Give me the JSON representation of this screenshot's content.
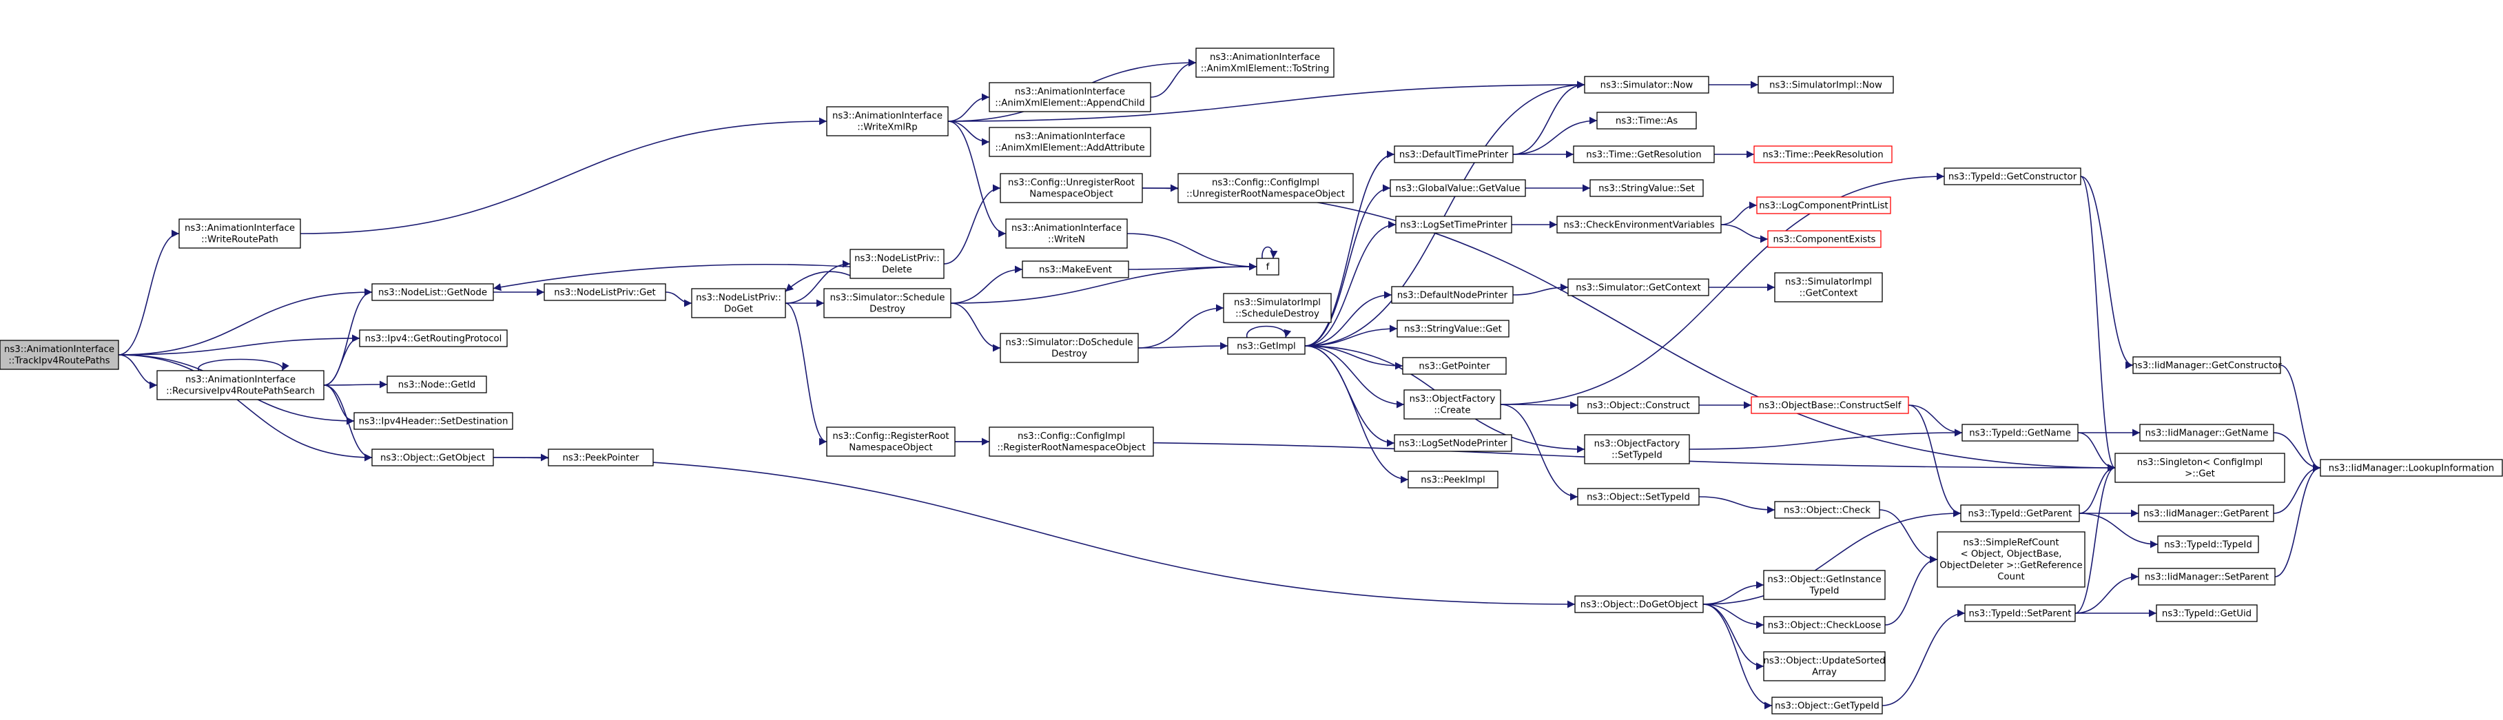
{
  "title": "",
  "colors": {
    "edge": "#191970",
    "root_fill": "#bfbfbf",
    "node_border": "#000000",
    "truncated_border": "#ff0000",
    "node_fill": "#ffffff"
  },
  "nodes": [
    {
      "id": "root",
      "lines": [
        "ns3::AnimationInterface",
        "::TrackIpv4RoutePaths"
      ],
      "kind": "root"
    },
    {
      "id": "writeroutepath",
      "lines": [
        "ns3::AnimationInterface",
        "::WriteRoutePath"
      ]
    },
    {
      "id": "nodelistgetnode",
      "lines": [
        "ns3::NodeList::GetNode"
      ]
    },
    {
      "id": "getroutingprotocol",
      "lines": [
        "ns3::Ipv4::GetRoutingProtocol"
      ]
    },
    {
      "id": "recursive",
      "lines": [
        "ns3::AnimationInterface",
        "::RecursiveIpv4RoutePathSearch"
      ]
    },
    {
      "id": "nodegetid",
      "lines": [
        "ns3::Node::GetId"
      ]
    },
    {
      "id": "setdestination",
      "lines": [
        "ns3::Ipv4Header::SetDestination"
      ]
    },
    {
      "id": "getobject",
      "lines": [
        "ns3::Object::GetObject"
      ]
    },
    {
      "id": "peekpointer",
      "lines": [
        "ns3::PeekPointer"
      ]
    },
    {
      "id": "nodelistprivget",
      "lines": [
        "ns3::NodeListPriv::Get"
      ]
    },
    {
      "id": "nodelistprivdelete",
      "lines": [
        "ns3::NodeListPriv::",
        "Delete"
      ]
    },
    {
      "id": "nodelistprivdoget",
      "lines": [
        "ns3::NodeListPriv::",
        "DoGet"
      ]
    },
    {
      "id": "writexmlrp",
      "lines": [
        "ns3::AnimationInterface",
        "::WriteXmlRp"
      ]
    },
    {
      "id": "appendchild",
      "lines": [
        "ns3::AnimationInterface",
        "::AnimXmlElement::AppendChild"
      ]
    },
    {
      "id": "addattribute",
      "lines": [
        "ns3::AnimationInterface",
        "::AnimXmlElement::AddAttribute"
      ]
    },
    {
      "id": "tostring",
      "lines": [
        "ns3::AnimationInterface",
        "::AnimXmlElement::ToString"
      ]
    },
    {
      "id": "unregisterroot",
      "lines": [
        "ns3::Config::UnregisterRoot",
        "NamespaceObject"
      ]
    },
    {
      "id": "configimplunregister",
      "lines": [
        "ns3::Config::ConfigImpl",
        "::UnregisterRootNamespaceObject"
      ]
    },
    {
      "id": "writen",
      "lines": [
        "ns3::AnimationInterface",
        "::WriteN"
      ]
    },
    {
      "id": "makeevent",
      "lines": [
        "ns3::MakeEvent"
      ]
    },
    {
      "id": "f",
      "lines": [
        "f"
      ]
    },
    {
      "id": "scheduledestroy",
      "lines": [
        "ns3::Simulator::Schedule",
        "Destroy"
      ]
    },
    {
      "id": "doscheduledestroy",
      "lines": [
        "ns3::Simulator::DoSchedule",
        "Destroy"
      ]
    },
    {
      "id": "simimplscheduledestroy",
      "lines": [
        "ns3::SimulatorImpl",
        "::ScheduleDestroy"
      ]
    },
    {
      "id": "registerroot",
      "lines": [
        "ns3::Config::RegisterRoot",
        "NamespaceObject"
      ]
    },
    {
      "id": "configimplregister",
      "lines": [
        "ns3::Config::ConfigImpl",
        "::RegisterRootNamespaceObject"
      ]
    },
    {
      "id": "getimpl",
      "lines": [
        "ns3::GetImpl"
      ]
    },
    {
      "id": "simnow",
      "lines": [
        "ns3::Simulator::Now"
      ]
    },
    {
      "id": "simimplnow",
      "lines": [
        "ns3::SimulatorImpl::Now"
      ]
    },
    {
      "id": "defaulttimeprinter",
      "lines": [
        "ns3::DefaultTimePrinter"
      ]
    },
    {
      "id": "timeas",
      "lines": [
        "ns3::Time::As"
      ]
    },
    {
      "id": "timegetresolution",
      "lines": [
        "ns3::Time::GetResolution"
      ]
    },
    {
      "id": "timepeekresolution",
      "lines": [
        "ns3::Time::PeekResolution"
      ],
      "kind": "red"
    },
    {
      "id": "globalvaluegetvalue",
      "lines": [
        "ns3::GlobalValue::GetValue"
      ]
    },
    {
      "id": "stringvalueset",
      "lines": [
        "ns3::StringValue::Set"
      ]
    },
    {
      "id": "logsettimeprinter",
      "lines": [
        "ns3::LogSetTimePrinter"
      ]
    },
    {
      "id": "checkenv",
      "lines": [
        "ns3::CheckEnvironmentVariables"
      ]
    },
    {
      "id": "logcomponentprintlist",
      "lines": [
        "ns3::LogComponentPrintList"
      ],
      "kind": "red"
    },
    {
      "id": "componentexists",
      "lines": [
        "ns3::ComponentExists"
      ],
      "kind": "red"
    },
    {
      "id": "defaultnodeprinter",
      "lines": [
        "ns3::DefaultNodePrinter"
      ]
    },
    {
      "id": "simgetcontext",
      "lines": [
        "ns3::Simulator::GetContext"
      ]
    },
    {
      "id": "simimplgetcontext",
      "lines": [
        "ns3::SimulatorImpl",
        "::GetContext"
      ]
    },
    {
      "id": "stringvalueget",
      "lines": [
        "ns3::StringValue::Get"
      ]
    },
    {
      "id": "getpointer",
      "lines": [
        "ns3::GetPointer"
      ]
    },
    {
      "id": "objectfactorycreate",
      "lines": [
        "ns3::ObjectFactory",
        "::Create"
      ]
    },
    {
      "id": "objectconstruct",
      "lines": [
        "ns3::Object::Construct"
      ]
    },
    {
      "id": "constructself",
      "lines": [
        "ns3::ObjectBase::ConstructSelf"
      ],
      "kind": "red"
    },
    {
      "id": "lognodeprinter",
      "lines": [
        "ns3::LogSetNodePrinter"
      ]
    },
    {
      "id": "peekimpl",
      "lines": [
        "ns3::PeekImpl"
      ]
    },
    {
      "id": "objectfactorysettypeid",
      "lines": [
        "ns3::ObjectFactory",
        "::SetTypeId"
      ]
    },
    {
      "id": "objectsettypeid",
      "lines": [
        "ns3::Object::SetTypeId"
      ]
    },
    {
      "id": "objectcheck",
      "lines": [
        "ns3::Object::Check"
      ]
    },
    {
      "id": "simplerefcount",
      "lines": [
        "ns3::SimpleRefCount",
        "< Object, ObjectBase,",
        "ObjectDeleter >::GetReference",
        "Count"
      ]
    },
    {
      "id": "dogetobject",
      "lines": [
        "ns3::Object::DoGetObject"
      ]
    },
    {
      "id": "getinstancetypeid",
      "lines": [
        "ns3::Object::GetInstance",
        "TypeId"
      ]
    },
    {
      "id": "checkloose",
      "lines": [
        "ns3::Object::CheckLoose"
      ]
    },
    {
      "id": "updatesortedarray",
      "lines": [
        "ns3::Object::UpdateSorted",
        "Array"
      ]
    },
    {
      "id": "objectgettypeid",
      "lines": [
        "ns3::Object::GetTypeId"
      ]
    },
    {
      "id": "typeidgetconstructor",
      "lines": [
        "ns3::TypeId::GetConstructor"
      ]
    },
    {
      "id": "typeidgetname",
      "lines": [
        "ns3::TypeId::GetName"
      ]
    },
    {
      "id": "typeidgetparent",
      "lines": [
        "ns3::TypeId::GetParent"
      ]
    },
    {
      "id": "typeidsetparent",
      "lines": [
        "ns3::TypeId::SetParent"
      ]
    },
    {
      "id": "iidgetconstructor",
      "lines": [
        "ns3::IidManager::GetConstructor"
      ]
    },
    {
      "id": "iidgetname",
      "lines": [
        "ns3::IidManager::GetName"
      ]
    },
    {
      "id": "singletonget",
      "lines": [
        "ns3::Singleton< ConfigImpl",
        ">::Get"
      ]
    },
    {
      "id": "iidgetparent",
      "lines": [
        "ns3::IidManager::GetParent"
      ]
    },
    {
      "id": "typeidtypeid",
      "lines": [
        "ns3::TypeId::TypeId"
      ]
    },
    {
      "id": "iidsetparent",
      "lines": [
        "ns3::IidManager::SetParent"
      ]
    },
    {
      "id": "typeidgetuid",
      "lines": [
        "ns3::TypeId::GetUid"
      ]
    },
    {
      "id": "iidlookupinfo",
      "lines": [
        "ns3::IidManager::LookupInformation"
      ]
    }
  ],
  "edges": [
    [
      "root",
      "writeroutepath"
    ],
    [
      "root",
      "nodelistgetnode"
    ],
    [
      "root",
      "getroutingprotocol"
    ],
    [
      "root",
      "recursive"
    ],
    [
      "root",
      "setdestination"
    ],
    [
      "root",
      "getobject"
    ],
    [
      "writeroutepath",
      "writexmlrp"
    ],
    [
      "nodelistgetnode",
      "nodelistprivget"
    ],
    [
      "recursive",
      "recursive"
    ],
    [
      "recursive",
      "nodelistgetnode"
    ],
    [
      "recursive",
      "getroutingprotocol"
    ],
    [
      "recursive",
      "nodegetid"
    ],
    [
      "recursive",
      "setdestination"
    ],
    [
      "recursive",
      "getobject"
    ],
    [
      "getobject",
      "peekpointer"
    ],
    [
      "getobject",
      "dogetobject"
    ],
    [
      "nodelistprivget",
      "nodelistprivdoget"
    ],
    [
      "nodelistprivdelete",
      "nodelistgetnode"
    ],
    [
      "nodelistprivdelete",
      "nodelistprivdoget"
    ],
    [
      "nodelistprivdelete",
      "unregisterroot"
    ],
    [
      "nodelistprivdoget",
      "nodelistprivdelete"
    ],
    [
      "nodelistprivdoget",
      "scheduledestroy"
    ],
    [
      "nodelistprivdoget",
      "registerroot"
    ],
    [
      "writexmlrp",
      "tostring"
    ],
    [
      "writexmlrp",
      "appendchild"
    ],
    [
      "writexmlrp",
      "addattribute"
    ],
    [
      "writexmlrp",
      "writen"
    ],
    [
      "writexmlrp",
      "simnow"
    ],
    [
      "appendchild",
      "tostring"
    ],
    [
      "unregisterroot",
      "configimplunregister"
    ],
    [
      "unregisterroot",
      "singletonget"
    ],
    [
      "writen",
      "f"
    ],
    [
      "makeevent",
      "f"
    ],
    [
      "f",
      "f"
    ],
    [
      "scheduledestroy",
      "makeevent"
    ],
    [
      "scheduledestroy",
      "doscheduledestroy"
    ],
    [
      "scheduledestroy",
      "f"
    ],
    [
      "doscheduledestroy",
      "simimplscheduledestroy"
    ],
    [
      "doscheduledestroy",
      "getimpl"
    ],
    [
      "registerroot",
      "configimplregister"
    ],
    [
      "registerroot",
      "singletonget"
    ],
    [
      "getimpl",
      "simnow"
    ],
    [
      "getimpl",
      "defaulttimeprinter"
    ],
    [
      "getimpl",
      "globalvaluegetvalue"
    ],
    [
      "getimpl",
      "logsettimeprinter"
    ],
    [
      "getimpl",
      "defaultnodeprinter"
    ],
    [
      "getimpl",
      "stringvalueget"
    ],
    [
      "getimpl",
      "getpointer"
    ],
    [
      "getimpl",
      "objectfactorycreate"
    ],
    [
      "getimpl",
      "lognodeprinter"
    ],
    [
      "getimpl",
      "peekimpl"
    ],
    [
      "getimpl",
      "objectfactorysettypeid"
    ],
    [
      "getimpl",
      "getimpl"
    ],
    [
      "simnow",
      "simimplnow"
    ],
    [
      "defaulttimeprinter",
      "simnow"
    ],
    [
      "defaulttimeprinter",
      "timeas"
    ],
    [
      "defaulttimeprinter",
      "timegetresolution"
    ],
    [
      "timegetresolution",
      "timepeekresolution"
    ],
    [
      "globalvaluegetvalue",
      "stringvalueset"
    ],
    [
      "logsettimeprinter",
      "checkenv"
    ],
    [
      "checkenv",
      "logcomponentprintlist"
    ],
    [
      "checkenv",
      "componentexists"
    ],
    [
      "defaultnodeprinter",
      "simgetcontext"
    ],
    [
      "simgetcontext",
      "simimplgetcontext"
    ],
    [
      "objectfactorycreate",
      "objectconstruct"
    ],
    [
      "objectfactorycreate",
      "objectsettypeid"
    ],
    [
      "objectfactorycreate",
      "typeidgetconstructor"
    ],
    [
      "objectconstruct",
      "constructself"
    ],
    [
      "constructself",
      "typeidgetname"
    ],
    [
      "constructself",
      "typeidgetparent"
    ],
    [
      "objectfactorysettypeid",
      "typeidgetname"
    ],
    [
      "objectsettypeid",
      "objectcheck"
    ],
    [
      "objectcheck",
      "simplerefcount"
    ],
    [
      "dogetobject",
      "typeidgetparent"
    ],
    [
      "dogetobject",
      "getinstancetypeid"
    ],
    [
      "dogetobject",
      "checkloose"
    ],
    [
      "dogetobject",
      "updatesortedarray"
    ],
    [
      "dogetobject",
      "objectgettypeid"
    ],
    [
      "checkloose",
      "simplerefcount"
    ],
    [
      "objectgettypeid",
      "typeidsetparent"
    ],
    [
      "typeidgetconstructor",
      "iidgetconstructor"
    ],
    [
      "typeidgetconstructor",
      "singletonget"
    ],
    [
      "typeidgetname",
      "iidgetname"
    ],
    [
      "typeidgetname",
      "singletonget"
    ],
    [
      "typeidgetparent",
      "iidgetparent"
    ],
    [
      "typeidgetparent",
      "singletonget"
    ],
    [
      "typeidgetparent",
      "typeidtypeid"
    ],
    [
      "typeidsetparent",
      "iidsetparent"
    ],
    [
      "typeidsetparent",
      "typeidgetuid"
    ],
    [
      "typeidsetparent",
      "singletonget"
    ],
    [
      "iidgetconstructor",
      "iidlookupinfo"
    ],
    [
      "iidgetname",
      "iidlookupinfo"
    ],
    [
      "iidgetparent",
      "iidlookupinfo"
    ],
    [
      "iidsetparent",
      "iidlookupinfo"
    ]
  ]
}
